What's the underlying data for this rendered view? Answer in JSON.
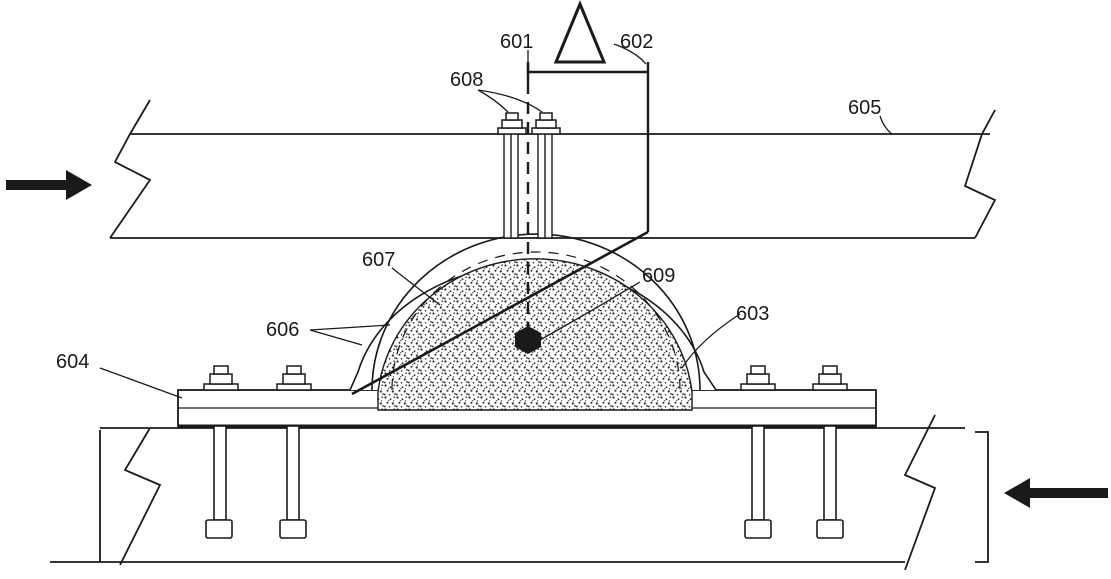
{
  "labels": {
    "l601": "601",
    "l602": "602",
    "l603": "603",
    "l604": "604",
    "l605": "605",
    "l606": "606",
    "l607": "607",
    "l608": "608",
    "l609": "609"
  },
  "colors": {
    "line": "#1a1a1a",
    "fill_grey": "#f0f0f0",
    "background": "#ffffff"
  },
  "icons": [
    "right-arrow-icon",
    "left-arrow-icon",
    "triangle-symbol-icon",
    "hexagon-marker-icon"
  ]
}
